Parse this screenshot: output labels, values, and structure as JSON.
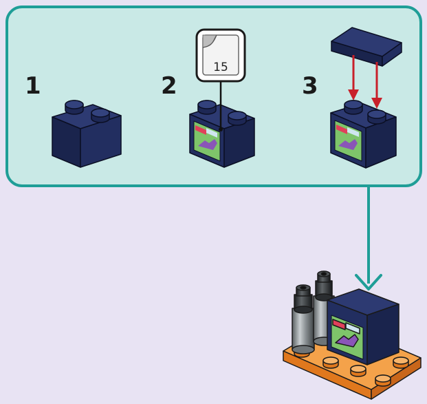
{
  "steps": [
    {
      "number": "1"
    },
    {
      "number": "2",
      "sticker_number": "15"
    },
    {
      "number": "3"
    }
  ],
  "colors": {
    "page_background": "#e8e3f3",
    "panel_fill": "#c9e9e6",
    "panel_border": "#1f9e97",
    "brick_blue": "#1f2a5a",
    "plate_orange": "#f08a2c",
    "arrow_red": "#c8202a",
    "connector_teal": "#1f9e97"
  },
  "icons": {
    "sticker": "sticker-sheet-icon",
    "down_arrows": "red-down-arrow-icon",
    "connector": "teal-down-arrow-icon"
  }
}
